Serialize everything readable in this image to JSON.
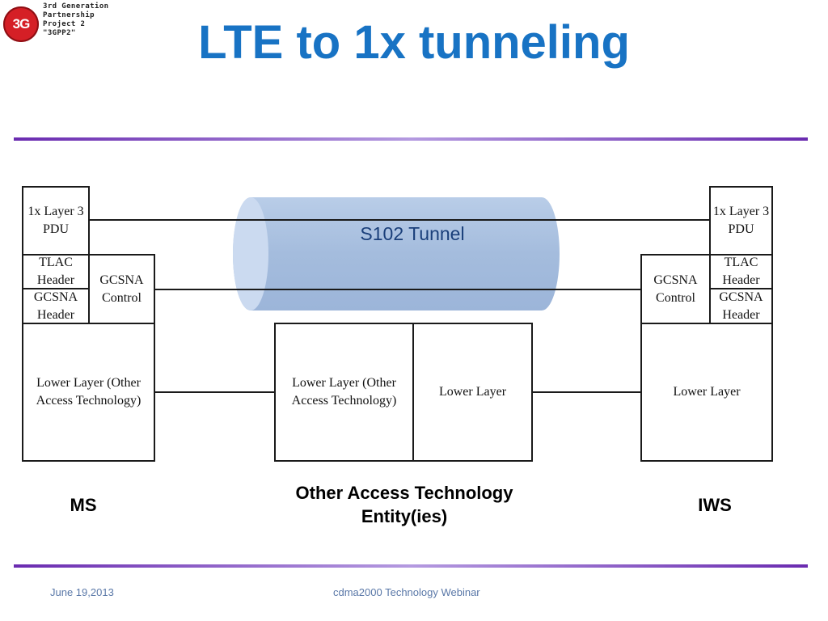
{
  "logo": {
    "mark": "3G",
    "lines": [
      "3rd Generation",
      "Partnership",
      "Project 2",
      "\"3GPP2\""
    ]
  },
  "title": "LTE to 1x tunneling",
  "tunnel": {
    "label": "S102 Tunnel",
    "color": "#a7bfdf"
  },
  "ms": {
    "layer3": "1x Layer 3 PDU",
    "tlac": "TLAC Header",
    "gcsna_header": "GCSNA Header",
    "gcsna_control": "GCSNA Control",
    "lower": "Lower Layer (Other Access Technology)",
    "label": "MS"
  },
  "oat": {
    "lower_left": "Lower Layer (Other Access Technology)",
    "lower_right": "Lower Layer",
    "label": "Other Access Technology Entity(ies)"
  },
  "iws": {
    "layer3": "1x Layer 3 PDU",
    "tlac": "TLAC Header",
    "gcsna_header": "GCSNA Header",
    "gcsna_control": "GCSNA Control",
    "lower": "Lower Layer",
    "label": "IWS"
  },
  "footer": {
    "date": "June 19,2013",
    "center": "cdma2000 Technology Webinar"
  },
  "colors": {
    "title": "#1873c4",
    "rule": "#6a2bb0",
    "logo": "#d51f26"
  }
}
